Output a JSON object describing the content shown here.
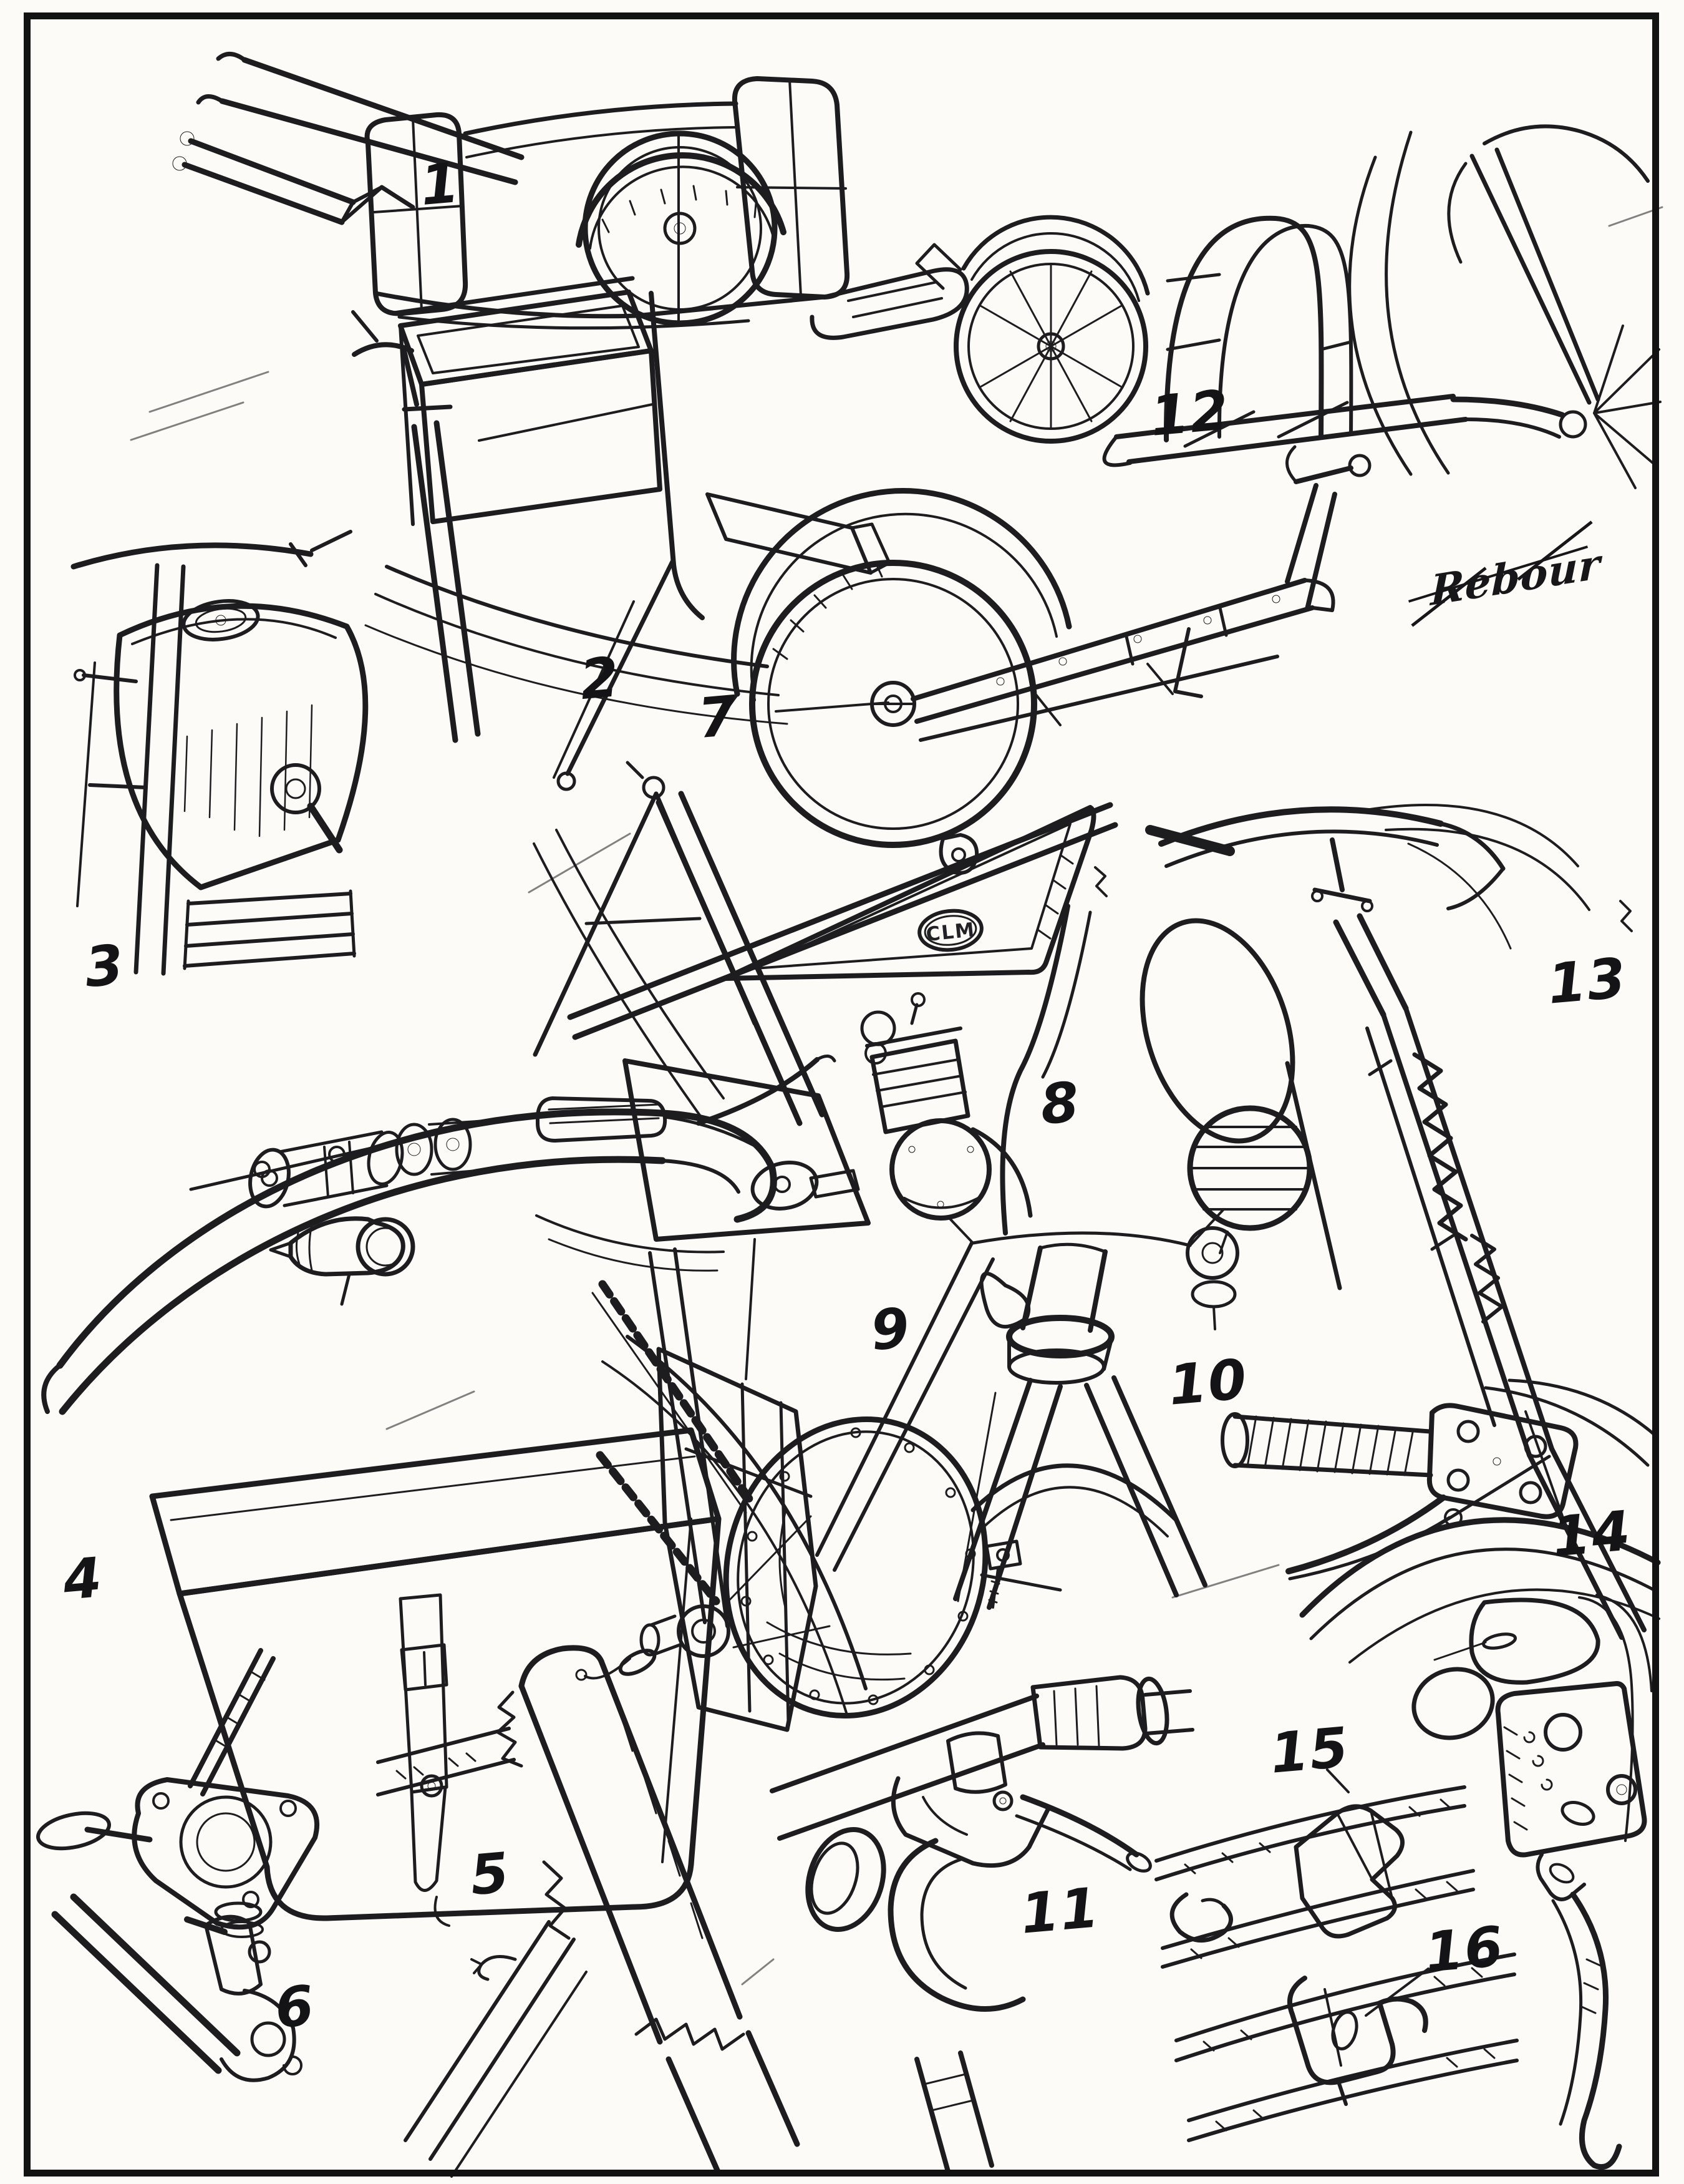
{
  "figures": [
    {
      "number": "1"
    },
    {
      "number": "2"
    },
    {
      "number": "3"
    },
    {
      "number": "4"
    },
    {
      "number": "5"
    },
    {
      "number": "6"
    },
    {
      "number": "7"
    },
    {
      "number": "8"
    },
    {
      "number": "9"
    },
    {
      "number": "10"
    },
    {
      "number": "11"
    },
    {
      "number": "12"
    },
    {
      "number": "13"
    },
    {
      "number": "14"
    },
    {
      "number": "15"
    },
    {
      "number": "16"
    }
  ],
  "signature": "Rebour",
  "badge_label": "CLM"
}
